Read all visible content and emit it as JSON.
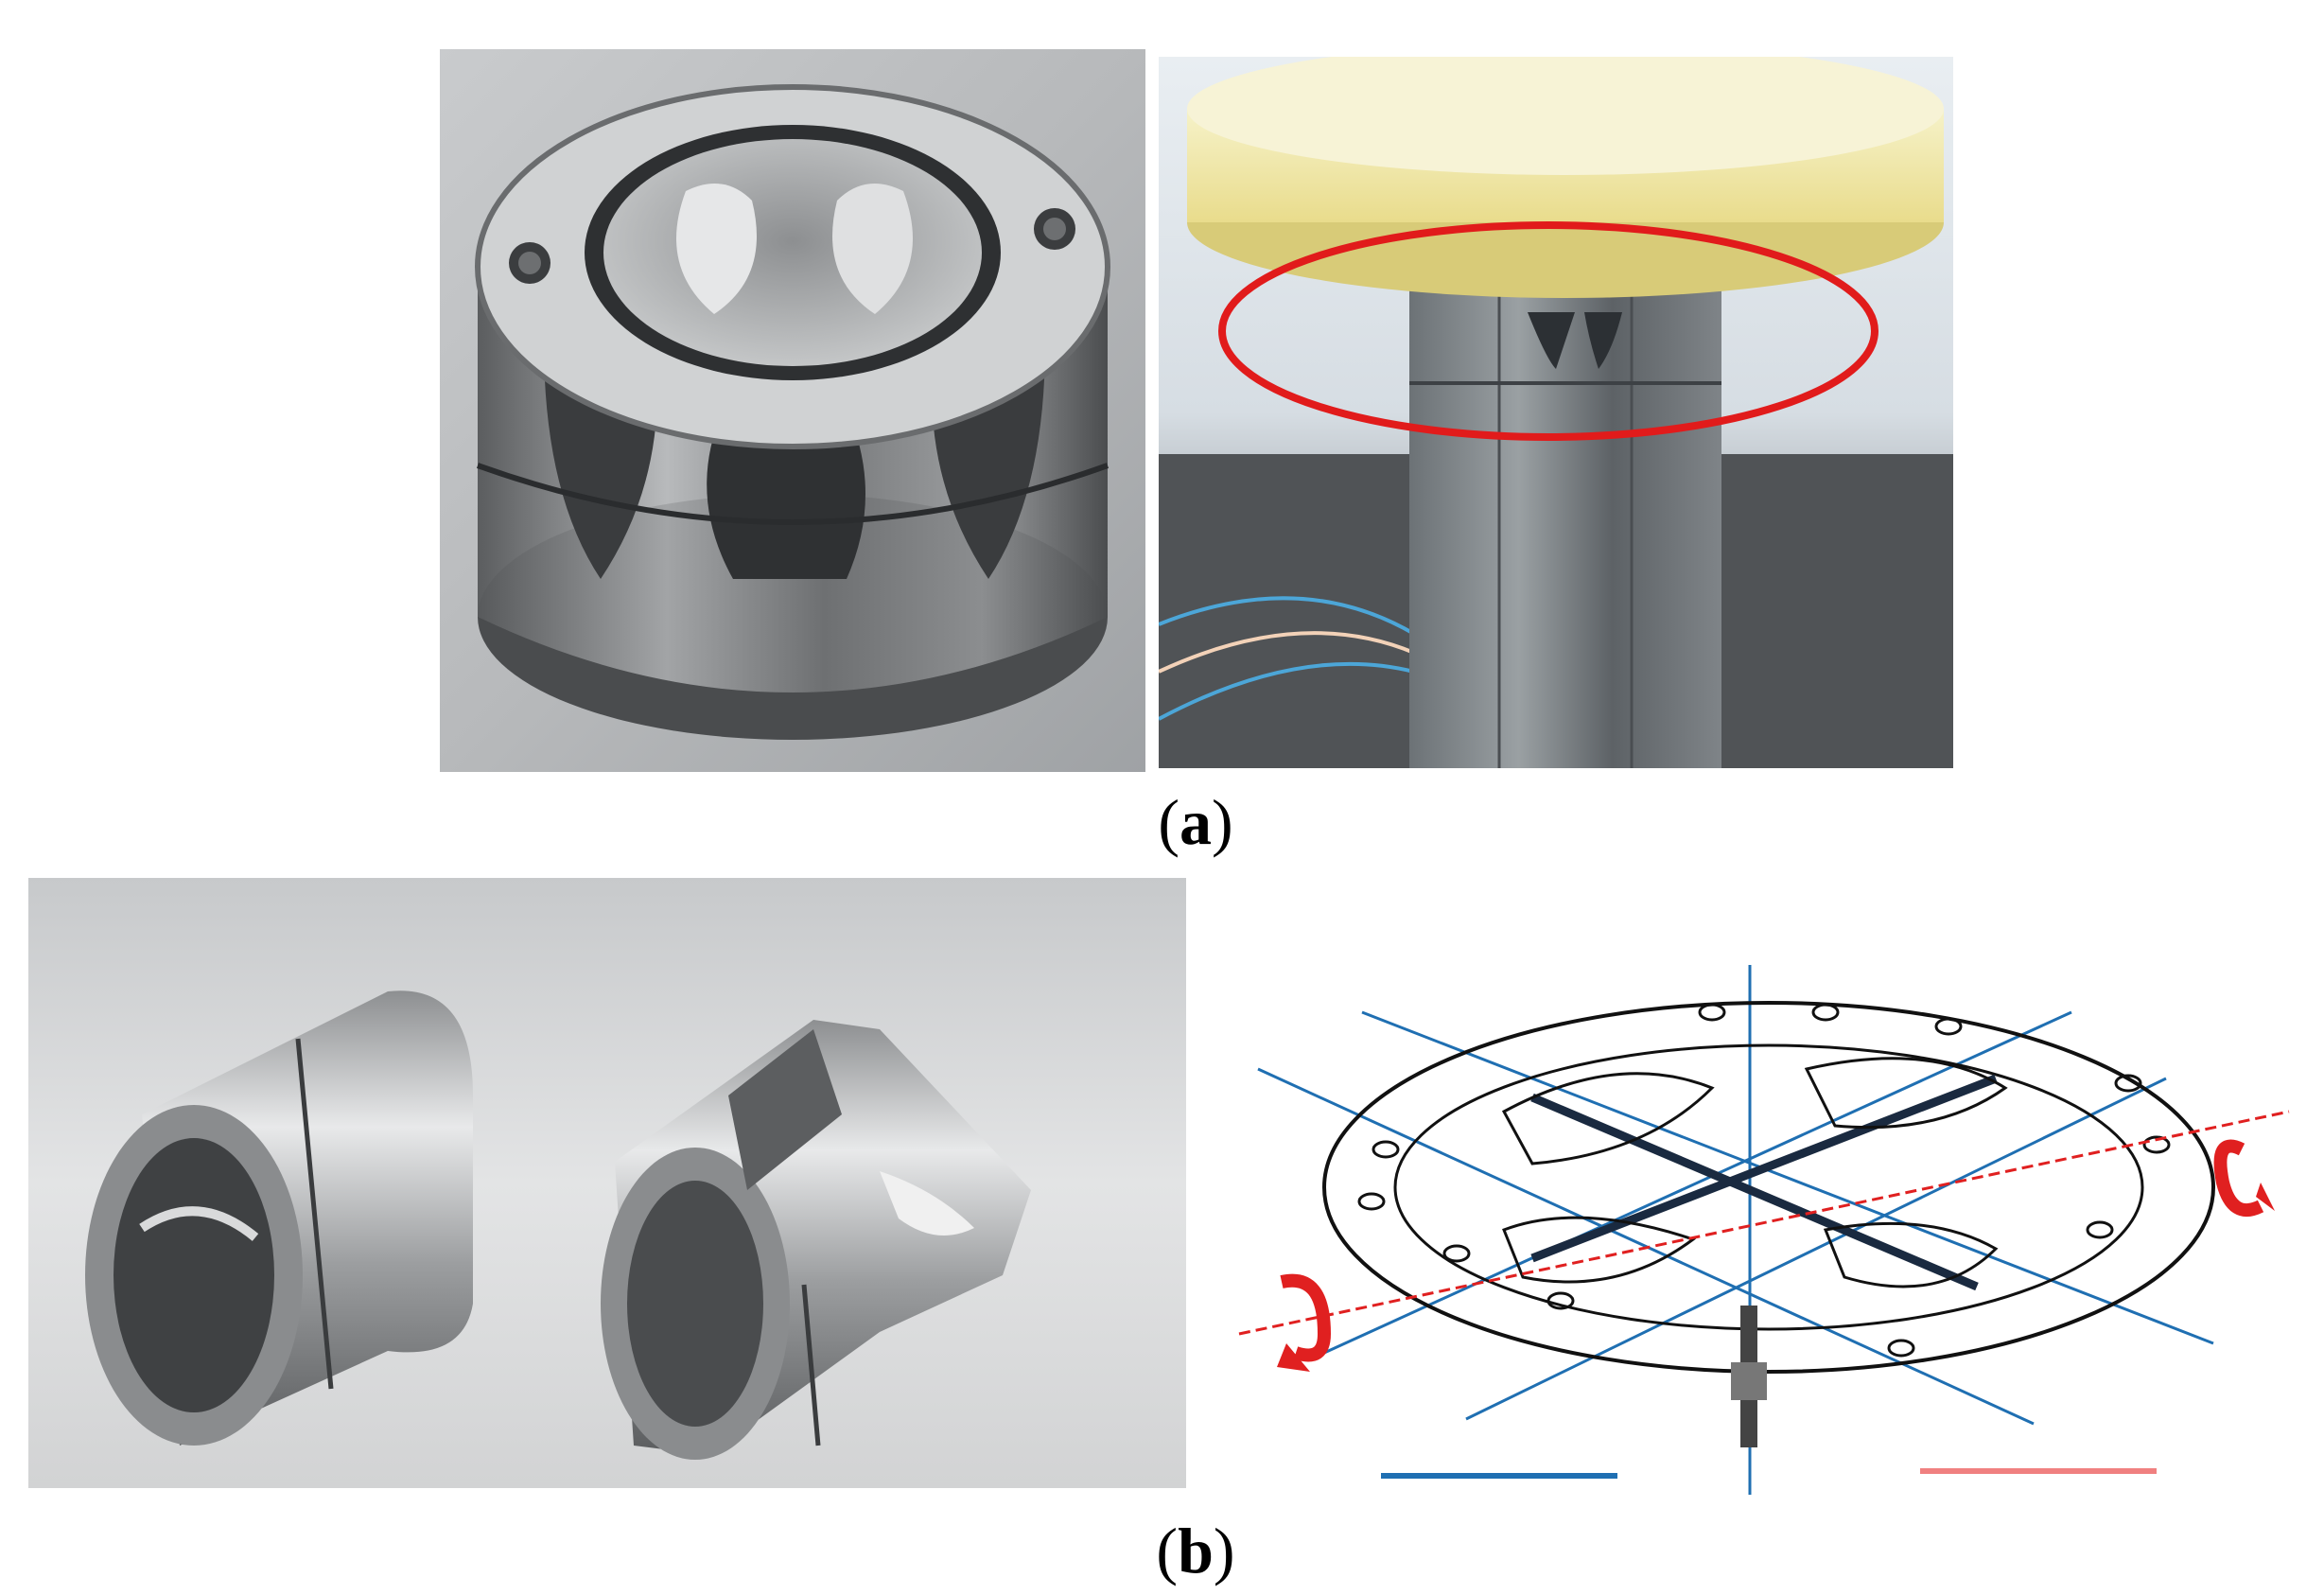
{
  "figure": {
    "captions": [
      {
        "id": "a",
        "label": "a"
      },
      {
        "id": "b",
        "label": "b"
      }
    ]
  },
  "panels": {
    "a_left": {
      "subject": "flexure-pivot-ring-photo"
    },
    "a_right": {
      "subject": "hexagonal-flexure-under-disc-photo",
      "highlight_color": "#e11b1b"
    },
    "b_left": {
      "subject": "cross-spring-pivot-cylinders-photo"
    },
    "b_right": {
      "subject": "cross-spring-gimbal-schematic",
      "axis_colors": {
        "flexure_axes": "#1f6fb2",
        "rotation_axis": "#e02020"
      }
    }
  }
}
